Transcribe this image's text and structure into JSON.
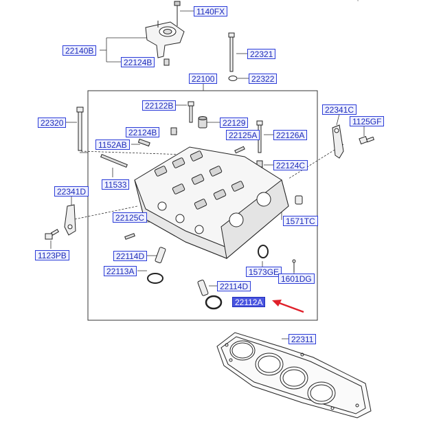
{
  "diagram": {
    "labels": {
      "p1140FX": "1140FX",
      "p22140B": "22140B",
      "p22124B_top": "22124B",
      "p22321": "22321",
      "p22100": "22100",
      "p22322": "22322",
      "p22122B": "22122B",
      "p22129": "22129",
      "p22320": "22320",
      "p22124B_mid": "22124B",
      "p22125A": "22125A",
      "p22126A": "22126A",
      "p1152AB": "1152AB",
      "p22341C": "22341C",
      "p1125GF": "1125GF",
      "p22124C": "22124C",
      "p11533": "11533",
      "p22341D": "22341D",
      "p22125C": "22125C",
      "p1571TC": "1571TC",
      "p1123PB": "1123PB",
      "p22114D_a": "22114D",
      "p22113A": "22113A",
      "p1573GE": "1573GE",
      "p1601DG": "1601DG",
      "p22114D_b": "22114D",
      "p22112A": "22112A",
      "p22311": "22311"
    },
    "highlight_color": "#4a55e0",
    "label_border_color": "#2a3bd8",
    "arrow_color": "#e0202a"
  }
}
